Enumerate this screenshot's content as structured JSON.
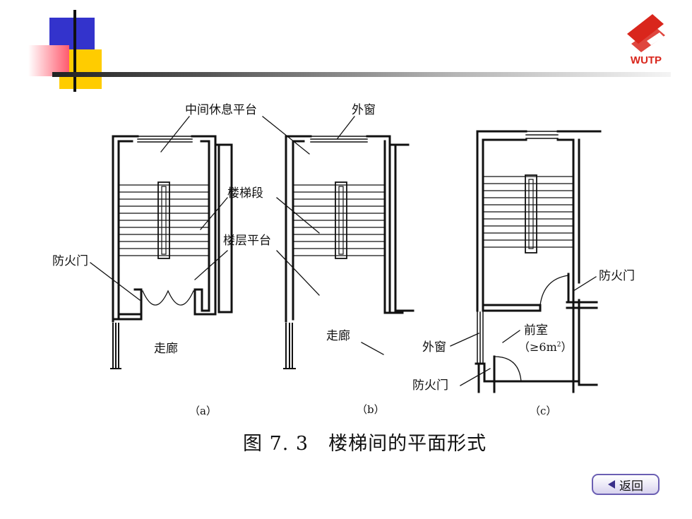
{
  "logo": {
    "text": "WUTP",
    "brand_color": "#d9261c"
  },
  "colors": {
    "deco_blue": "#3333cc",
    "deco_red": "#ff5a6e",
    "deco_yellow": "#ffcc00"
  },
  "labels": {
    "landing": "中间休息平台",
    "window_top": "外窗",
    "flight": "楼梯段",
    "floor_landing": "楼层平台",
    "fire_door_a": "防火门",
    "corridor_a": "走廊",
    "corridor_b": "走廊",
    "fire_door_c_right": "防火门",
    "anteroom": "前室",
    "area_prefix": "（≥6m",
    "area_sup": "2",
    "area_suffix": "）",
    "window_c": "外窗",
    "fire_door_c_bottom": "防火门"
  },
  "subfigures": [
    "（a）",
    "（b）",
    "（c）"
  ],
  "caption": "图 7. 3　楼梯间的平面形式",
  "back_button": {
    "label": "返回",
    "icon": "left-triangle-icon"
  }
}
